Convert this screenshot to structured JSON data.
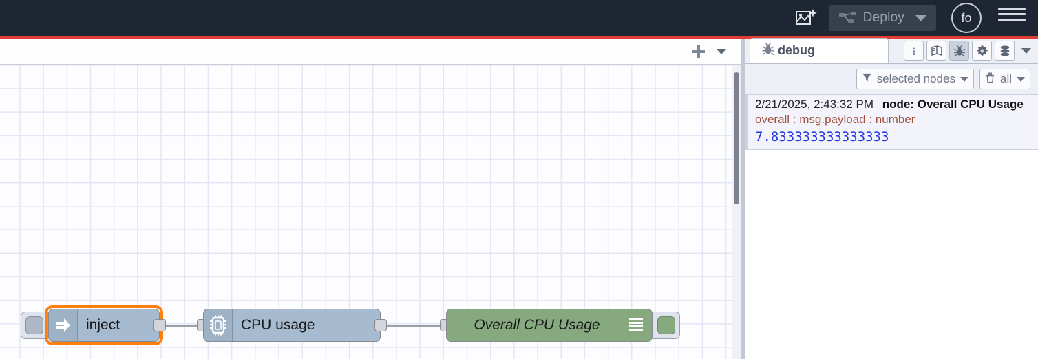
{
  "header": {
    "ai_icon": "ai-image-icon",
    "deploy_icon": "deploy-nodes-icon",
    "deploy_label": "Deploy",
    "deploy_caret_icon": "chevron-down-icon",
    "avatar_initials": "fo",
    "menu_icon": "hamburger-menu-icon",
    "accent_color": "#e23c34",
    "background_color": "#1f2633"
  },
  "workspace": {
    "add_flow_icon": "plus-icon",
    "flow_menu_icon": "chevron-down-icon",
    "tabs": []
  },
  "canvas": {
    "grid_color": "#e3e6f4",
    "background_color": "#fdfdff",
    "nodes": [
      {
        "id": "inject",
        "label": "inject",
        "icon": "inject-arrow-icon",
        "color": "#a6bbcf",
        "selected": true,
        "trigger_button_icon": "inject-trigger-button-icon"
      },
      {
        "id": "cpu-usage",
        "label": "CPU usage",
        "icon": "cpu-chip-icon",
        "color": "#a6bbcf",
        "selected": false
      },
      {
        "id": "debug-node",
        "label": "Overall CPU Usage",
        "icon": "debug-lines-icon",
        "color": "#87a980",
        "selected": false,
        "toggle_button_icon": "debug-enable-toggle-icon"
      }
    ]
  },
  "sidebar": {
    "active_tab": "debug",
    "tab_label": "debug",
    "tab_icon": "bug-icon",
    "icon_buttons": [
      {
        "name": "info-icon",
        "glyph": "i",
        "active": false
      },
      {
        "name": "help-book-icon",
        "glyph": "book",
        "active": false
      },
      {
        "name": "bug-icon",
        "glyph": "bug",
        "active": true
      },
      {
        "name": "gear-icon",
        "glyph": "gear",
        "active": false
      },
      {
        "name": "context-data-icon",
        "glyph": "stack",
        "active": false
      }
    ],
    "more_icon": "chevron-down-icon",
    "filters": [
      {
        "name": "node-filter",
        "icon": "funnel-icon",
        "label": "selected nodes",
        "caret": "chevron-down-icon"
      },
      {
        "name": "clear-filter",
        "icon": "trash-icon",
        "label": "all",
        "caret": "chevron-down-icon"
      }
    ],
    "messages": [
      {
        "timestamp": "2/21/2025, 2:43:32 PM",
        "node": "node: Overall CPU Usage",
        "topic": "overall : msg.payload : number",
        "value": "7.833333333333333"
      }
    ]
  }
}
